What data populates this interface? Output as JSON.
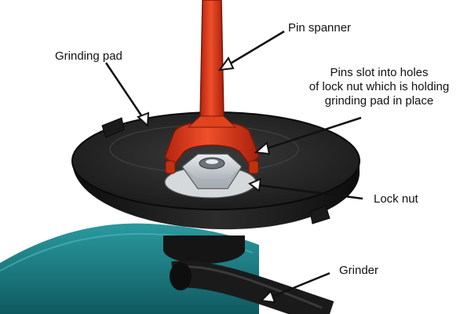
{
  "labels": {
    "pin_spanner": "Pin spanner",
    "grinding_pad": "Grinding pad",
    "pins_slot": "Pins slot into holes\nof lock nut which is holding\ngrinding pad in place",
    "lock_nut": "Lock nut",
    "grinder": "Grinder"
  },
  "colors": {
    "spanner": "#d9371a",
    "pad": "#1c1c1c",
    "grinder_body": "#1f7a80",
    "nut": "#c9cdd2",
    "arrow": "#111111"
  }
}
